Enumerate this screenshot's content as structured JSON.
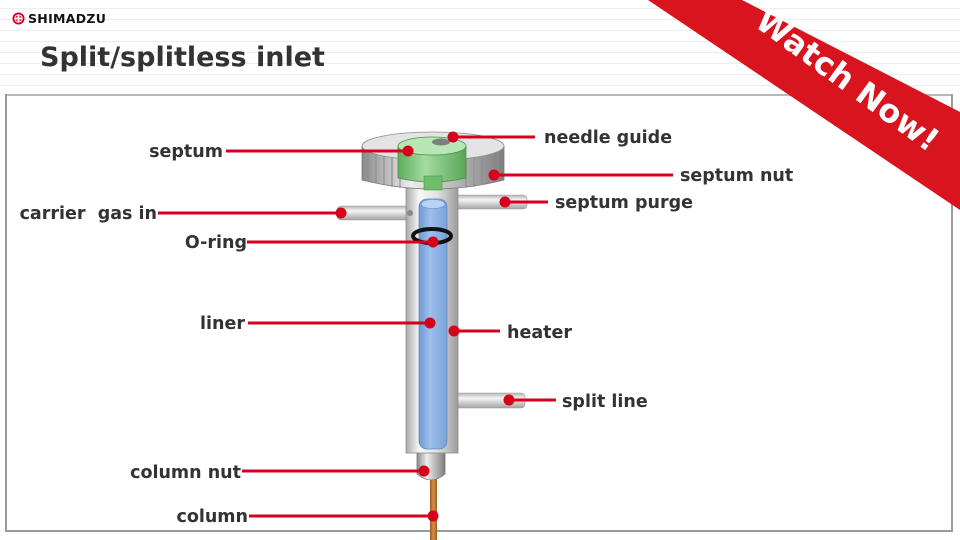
{
  "header": {
    "logo_text": "SHIMADZU",
    "title": "Split/splitless inlet"
  },
  "banner": {
    "text": "Watch Now!",
    "color": "#d8141f"
  },
  "diagram": {
    "leader_color": "#d6001c",
    "liner_color": "#8fb3e3",
    "needle_guide_color": "#7ec77c",
    "column_color": "#c0742e",
    "labels": {
      "septum": "septum",
      "needle_guide": "needle guide",
      "septum_nut": "septum nut",
      "carrier_gas_in": "carrier  gas in",
      "septum_purge": "septum purge",
      "o_ring": "O-ring",
      "liner": "liner",
      "heater": "heater",
      "split_line": "split line",
      "column_nut": "column nut",
      "column": "column"
    }
  }
}
